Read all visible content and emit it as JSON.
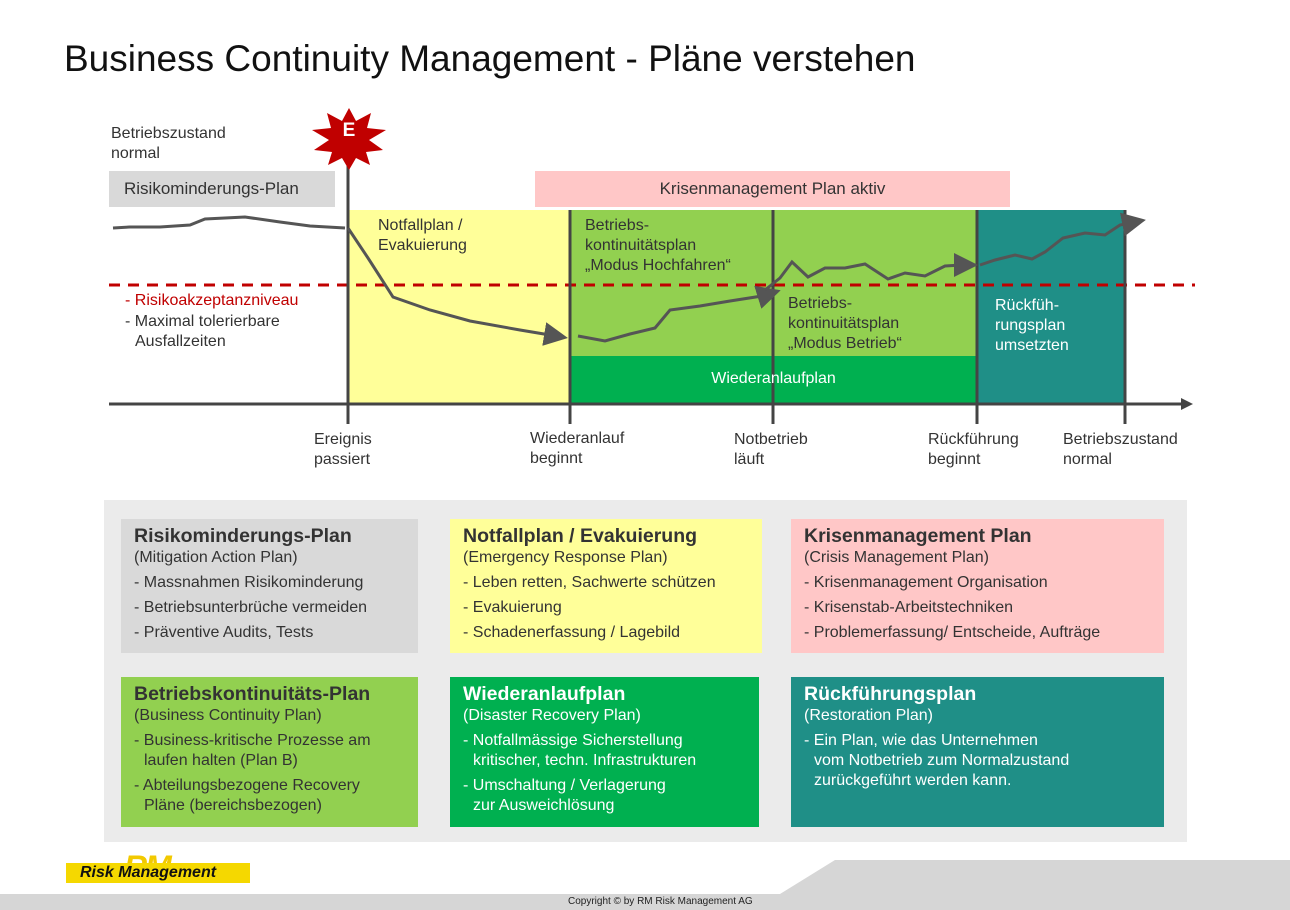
{
  "title": "Business Continuity Management - Pläne verstehen",
  "timeline": {
    "state_start": [
      "Betriebszustand",
      "normal"
    ],
    "event_badge": "E",
    "mitigation_plan": "Risikominderungs-Plan",
    "crisis_bar": "Krisenmanagement Plan aktiv",
    "emergency_band": [
      "Notfallplan /",
      "Evakuierung"
    ],
    "bc_startup": [
      "Betriebs-",
      "kontinuitätsplan",
      "„Modus Hochfahren“"
    ],
    "bc_operation": [
      "Betriebs-",
      "kontinuitätsplan",
      "„Modus Betrieb“"
    ],
    "recovery_bar": "Wiederanlaufplan",
    "restoration_band": [
      "Rückfüh-",
      "rungsplan",
      "umsetzten"
    ],
    "risk_acceptance": "- Risikoakzeptanzniveau",
    "tolerable_downtime": [
      "- Maximal tolerierbare",
      "Ausfallzeiten"
    ],
    "milestones": [
      [
        "Ereignis",
        "passiert"
      ],
      [
        "Wiederanlauf",
        "beginnt"
      ],
      [
        "Notbetrieb",
        "läuft"
      ],
      [
        "Rückführung",
        "beginnt"
      ],
      [
        "Betriebszustand",
        "normal"
      ]
    ]
  },
  "plans": [
    {
      "title": "Risikominderungs-Plan",
      "subtitle": "(Mitigation Action Plan)",
      "items": [
        "- Massnahmen Risikominderung",
        "- Betriebsunterbrüche vermeiden",
        "- Präventive Audits, Tests"
      ]
    },
    {
      "title": "Notfallplan / Evakuierung",
      "subtitle": "(Emergency Response Plan)",
      "items": [
        "- Leben retten, Sachwerte schützen",
        "- Evakuierung",
        "- Schadenerfassung / Lagebild"
      ]
    },
    {
      "title": "Krisenmanagement Plan",
      "subtitle": "(Crisis Management Plan)",
      "items": [
        "- Krisenmanagement Organisation",
        "- Krisenstab-Arbeitstechniken",
        "- Problemerfassung/ Entscheide, Aufträge"
      ]
    },
    {
      "title": "Betriebskontinuitäts-Plan",
      "subtitle": "(Business Continuity Plan)",
      "items": [
        "- Business-kritische Prozesse am",
        "  laufen halten (Plan B)",
        "- Abteilungsbezogene Recovery",
        "  Pläne (bereichsbezogen)"
      ]
    },
    {
      "title": "Wiederanlaufplan",
      "subtitle": "(Disaster Recovery Plan)",
      "items": [
        "- Notfallmässige Sicherstellung",
        "  kritischer, techn. Infrastrukturen",
        "- Umschaltung / Verlagerung",
        "  zur Ausweichlösung"
      ]
    },
    {
      "title": "Rückführungsplan",
      "subtitle": "(Restoration Plan)",
      "items": [
        "- Ein Plan, wie das Unternehmen",
        "  vom Notbetrieb zum Normalzustand",
        "  zurückgeführt werden kann."
      ]
    }
  ],
  "logo_text": "Risk Management",
  "logo_mark": "RM",
  "copyright": "Copyright ©  by RM Risk Management AG",
  "colors": {
    "mitigation": "#d9d9d9",
    "emergency": "#ffff99",
    "crisis": "#ffc7c7",
    "continuity": "#92d050",
    "recovery": "#00b050",
    "restoration": "#1f8f87",
    "risk_line": "#c00000",
    "event": "#c00000"
  }
}
